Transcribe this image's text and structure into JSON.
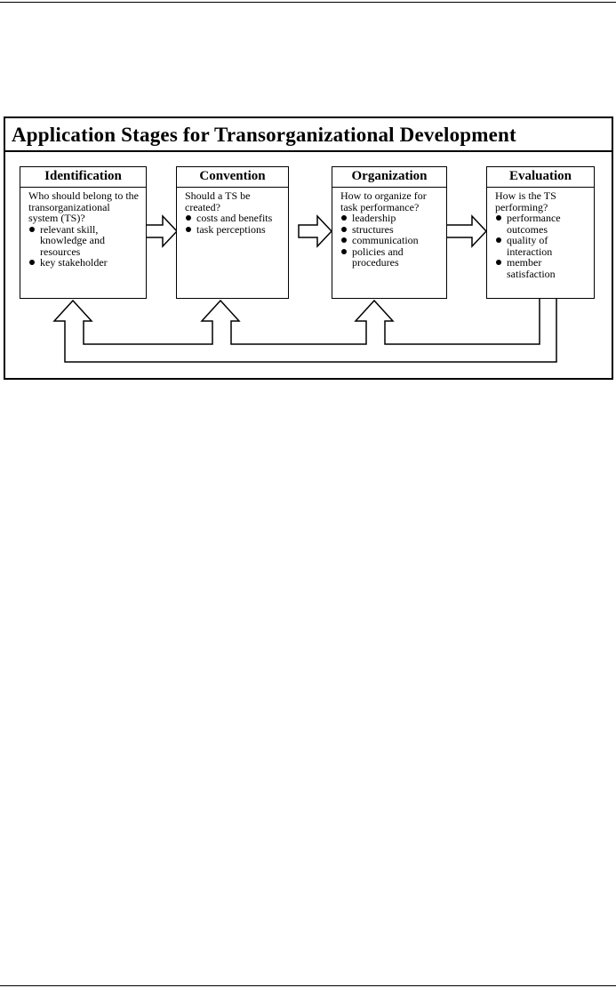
{
  "figure": {
    "title": "Application Stages for Transorganizational Development",
    "stages": [
      {
        "name": "Identification",
        "question": "Who should belong to the transorganizational system (TS)?",
        "items": [
          "relevant skill, knowledge and resources",
          "key stakeholder"
        ]
      },
      {
        "name": "Convention",
        "question": "Should a TS be created?",
        "items": [
          "costs and benefits",
          "task perceptions"
        ]
      },
      {
        "name": "Organization",
        "question": "How to organize for task performance?",
        "items": [
          "leadership",
          "structures",
          "communication",
          "policies and procedures"
        ]
      },
      {
        "name": "Evaluation",
        "question": "How is the TS performing?",
        "items": [
          "performance outcomes",
          "quality of interaction",
          "member satisfaction"
        ]
      }
    ]
  }
}
